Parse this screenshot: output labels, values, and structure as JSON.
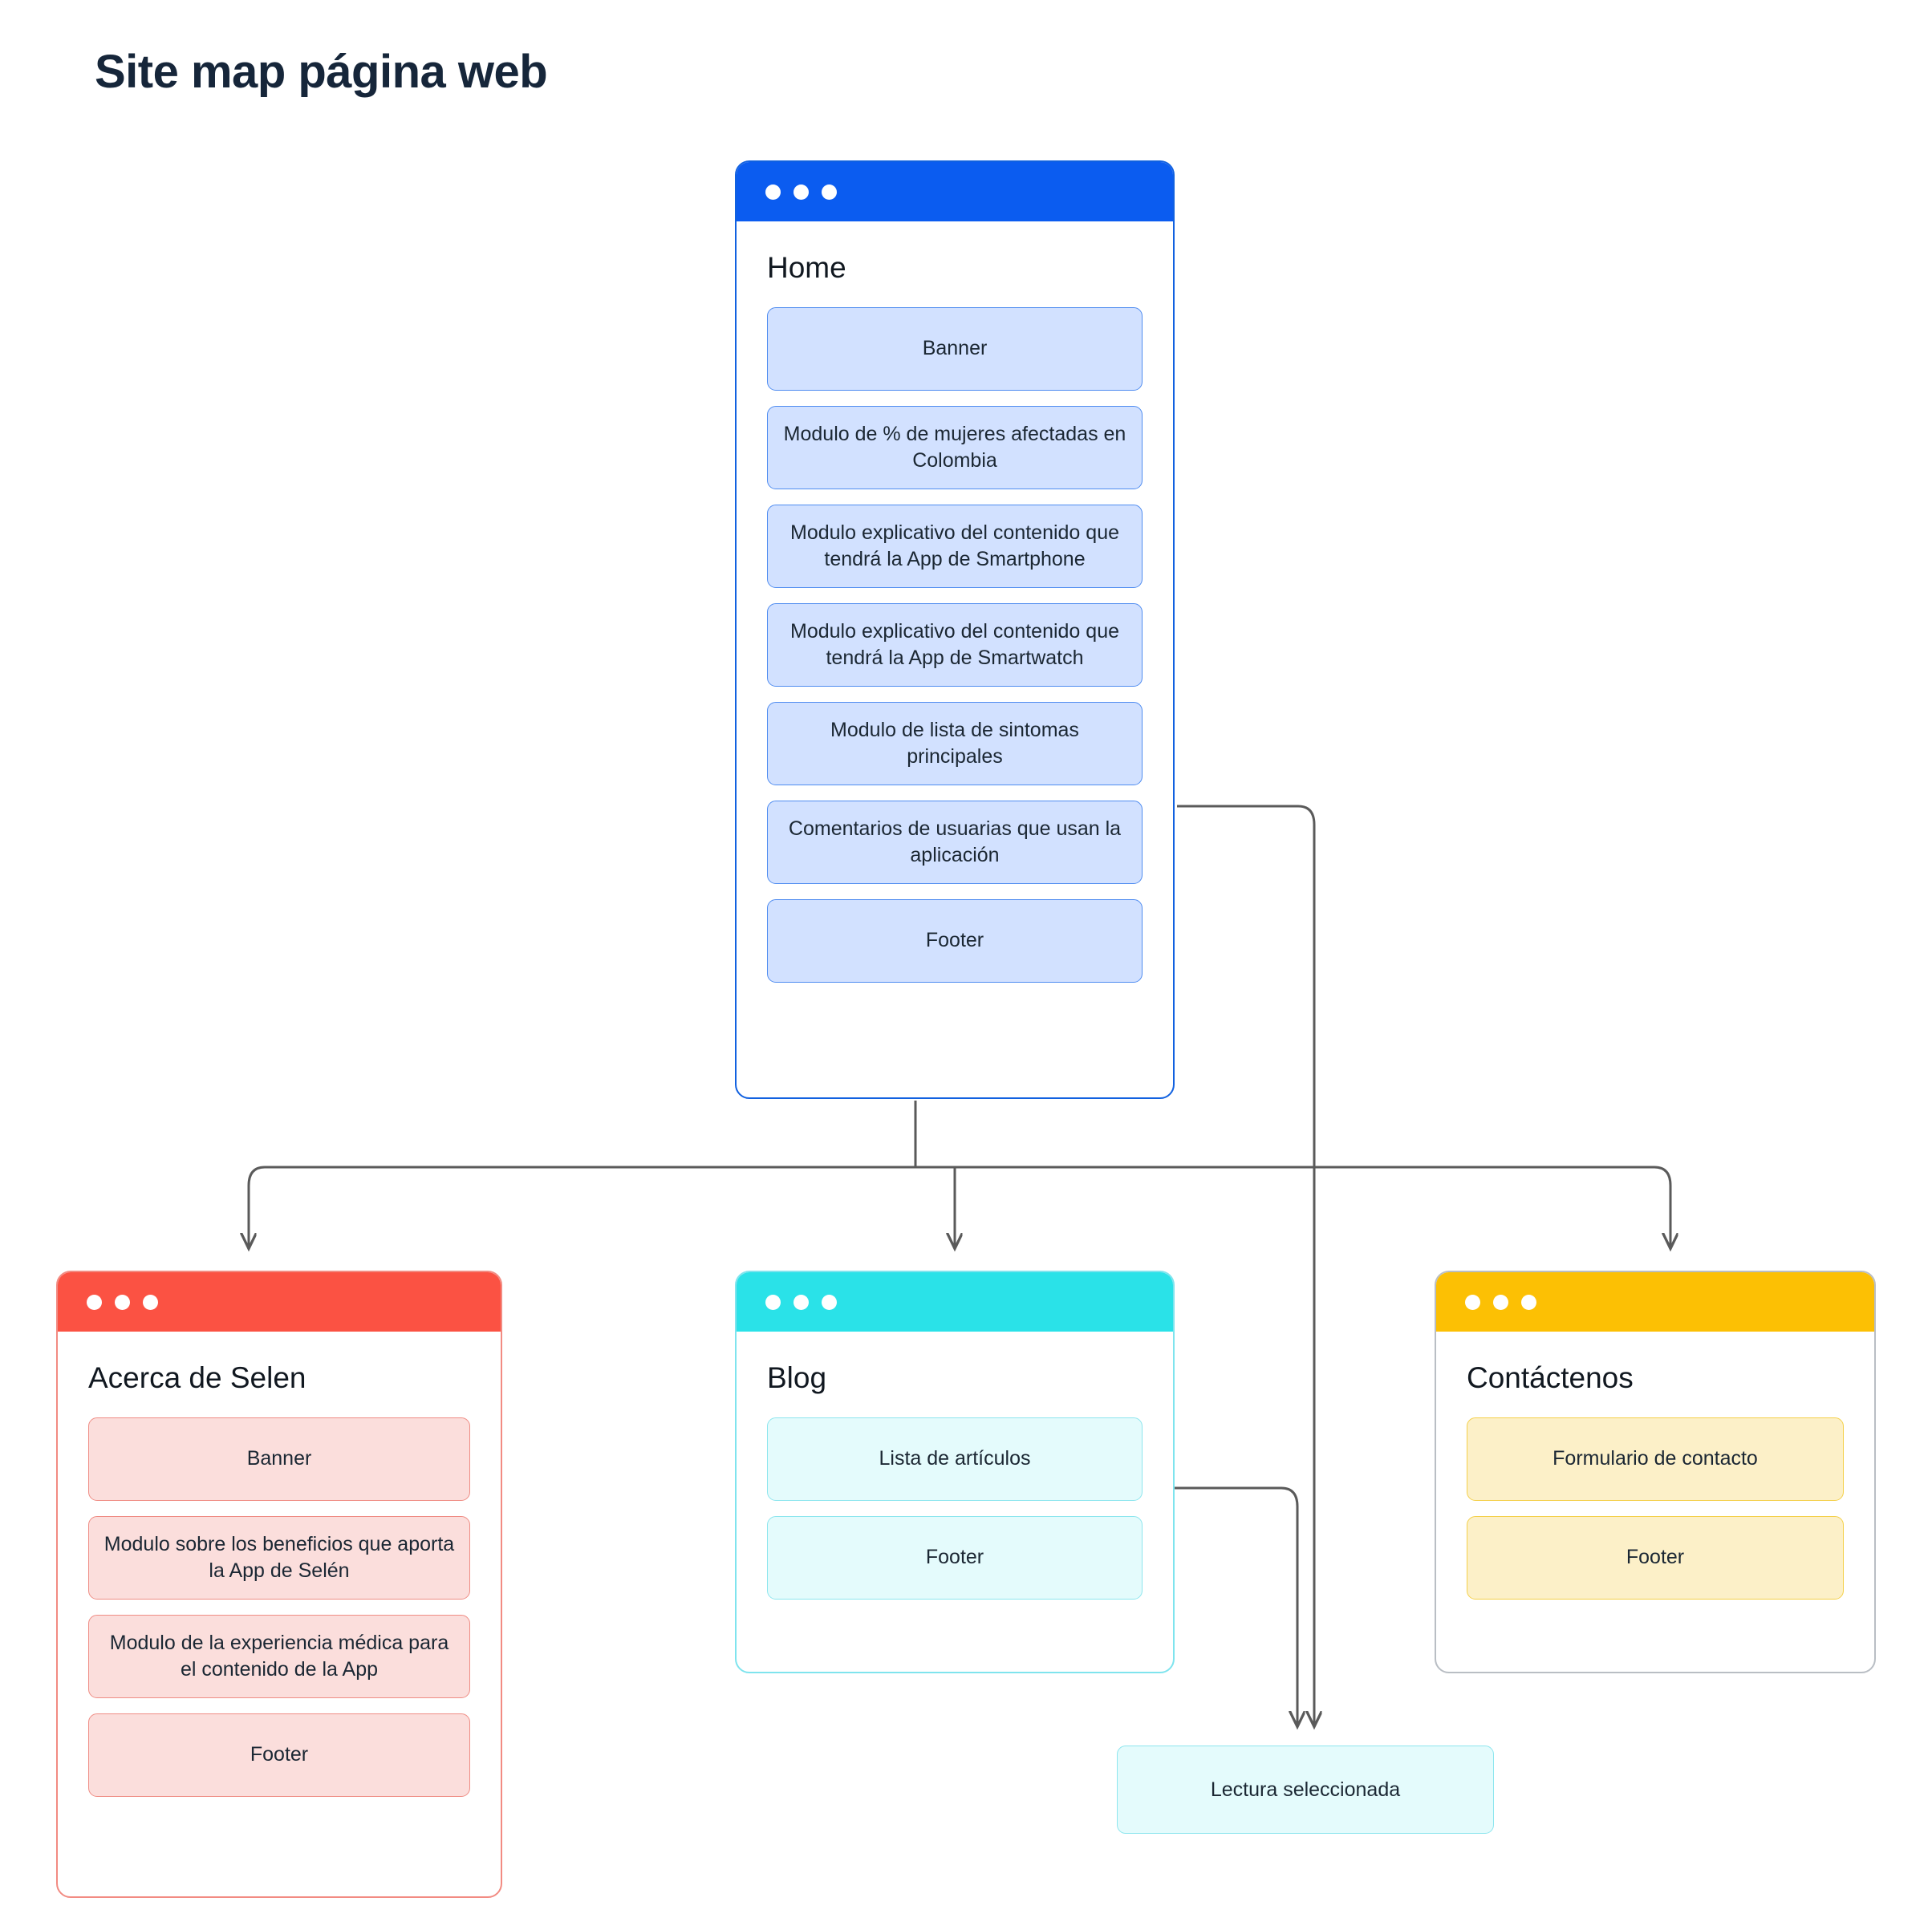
{
  "page": {
    "title": "Site map página web"
  },
  "nodes": {
    "home": {
      "title": "Home",
      "accent": "#0b5cf0",
      "module_fill": "#d2e1ff",
      "modules": [
        "Banner",
        "Modulo de % de mujeres afectadas en Colombia",
        "Modulo explicativo del contenido que tendrá la App de Smartphone",
        "Modulo explicativo del contenido que tendrá la App de Smartwatch",
        "Modulo de lista de sintomas principales",
        "Comentarios de usuarias que usan la aplicación",
        "Footer"
      ]
    },
    "acerca": {
      "title": "Acerca de Selen",
      "accent": "#fb5243",
      "module_fill": "#fbdedc",
      "modules": [
        "Banner",
        "Modulo sobre los beneficios que aporta la App de Selén",
        "Modulo de la experiencia médica para el contenido de la App",
        "Footer"
      ]
    },
    "blog": {
      "title": "Blog",
      "accent": "#2ae2e8",
      "module_fill": "#e4fbfc",
      "modules": [
        "Lista de artículos",
        "Footer"
      ]
    },
    "contacto": {
      "title": "Contáctenos",
      "accent": "#fcc004",
      "module_fill": "#fcf0c8",
      "modules": [
        "Formulario de contacto",
        "Footer"
      ]
    },
    "lectura": {
      "label": "Lectura seleccionada",
      "accent": "#2ae2e8",
      "module_fill": "#e4fbfc"
    }
  },
  "chrome": {
    "dot_color": "#ffffff",
    "dot_count": 3
  },
  "connectors": {
    "color": "#5a5a5a",
    "edges": [
      {
        "from": "home",
        "to": "acerca"
      },
      {
        "from": "home",
        "to": "blog"
      },
      {
        "from": "home",
        "to": "contacto"
      },
      {
        "from": "home.modulo-lista-de-sintomas",
        "to": "lectura"
      },
      {
        "from": "blog.lista-de-articulos",
        "to": "lectura"
      }
    ]
  }
}
